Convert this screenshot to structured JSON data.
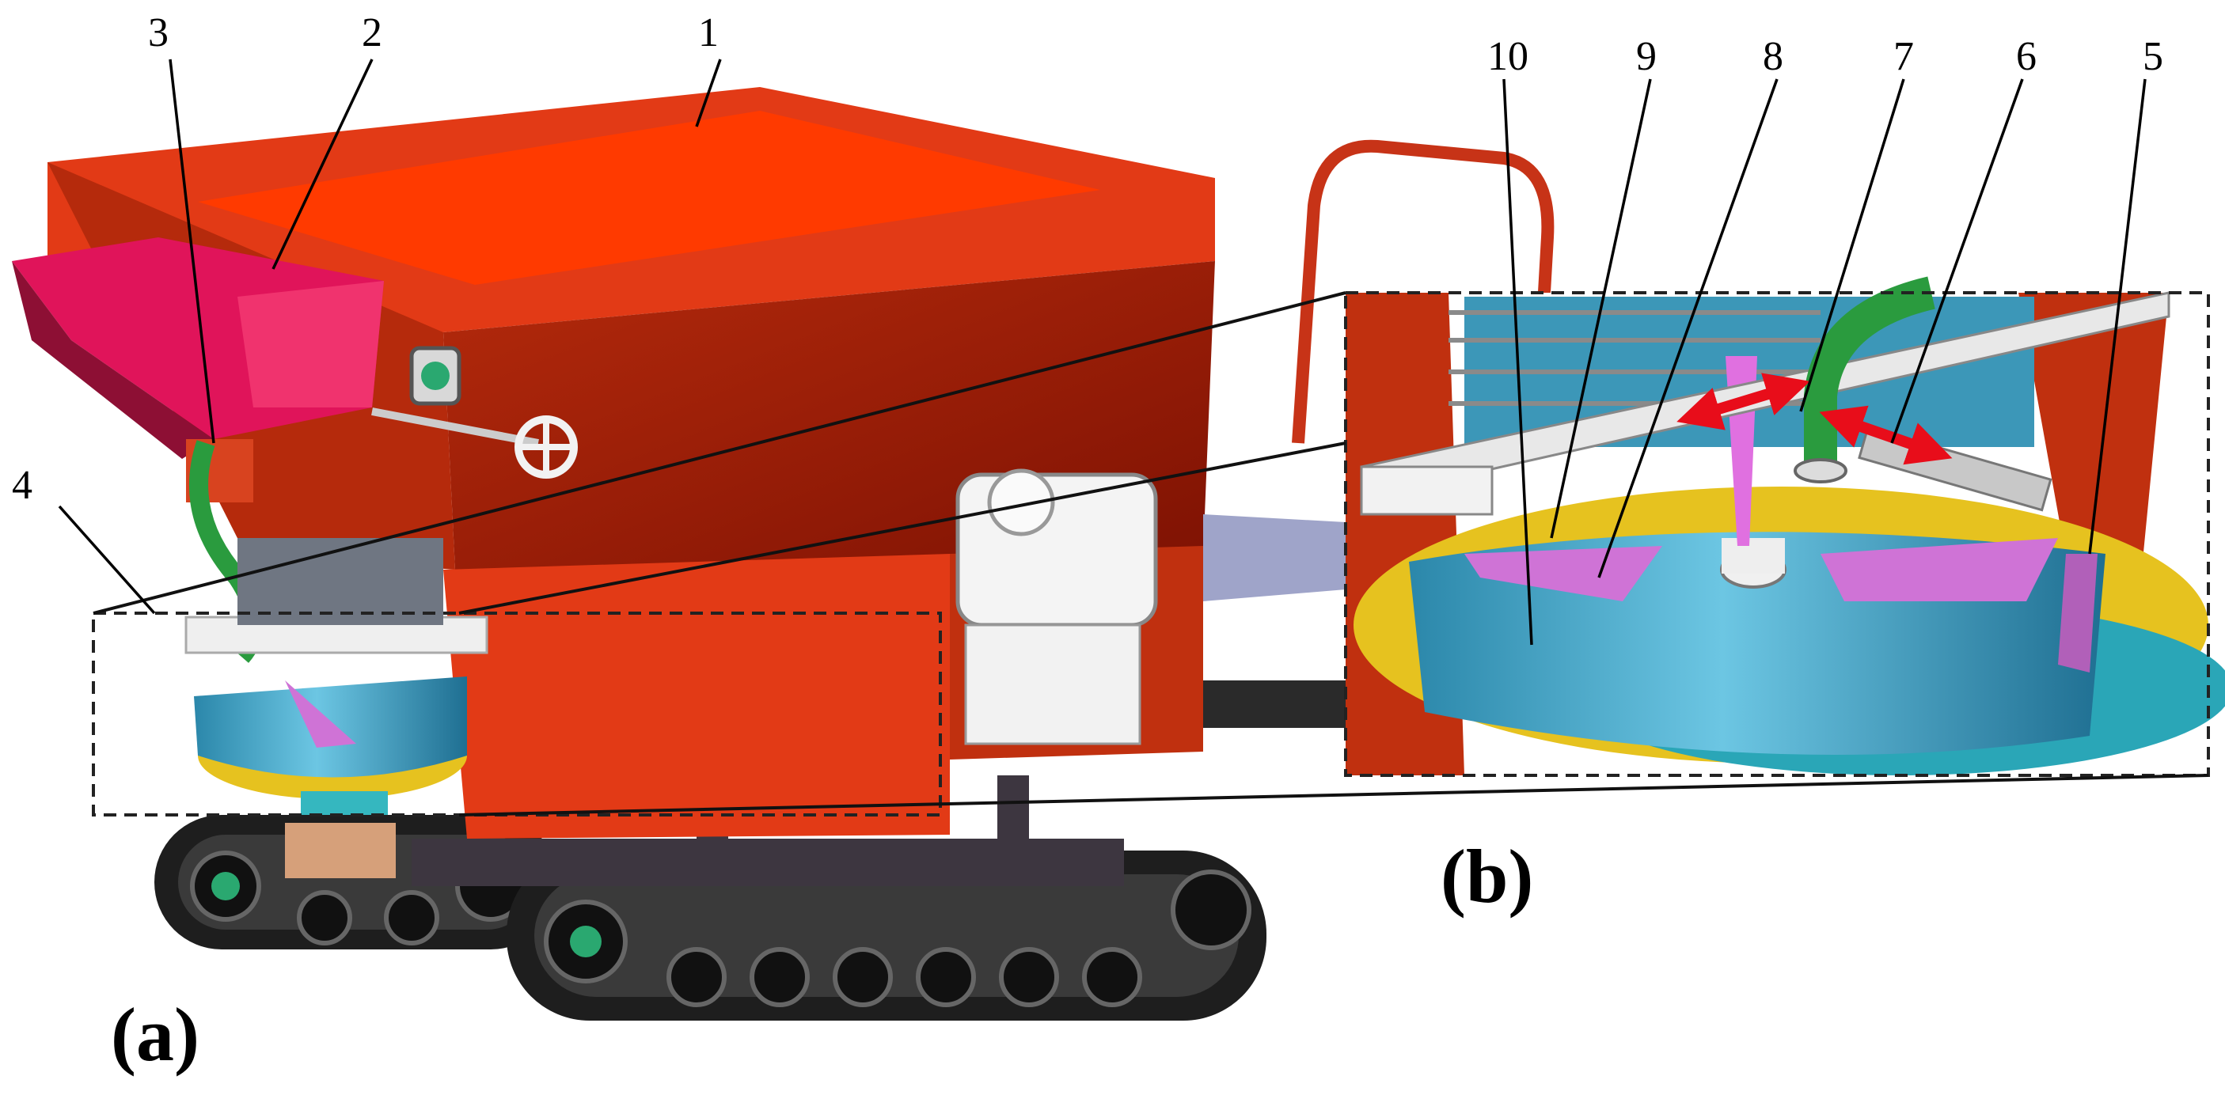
{
  "figure": {
    "panel_labels": {
      "a": "(a)",
      "b": "(b)"
    },
    "callouts": [
      "1",
      "2",
      "3",
      "4",
      "5",
      "6",
      "7",
      "8",
      "9",
      "10"
    ]
  },
  "colors": {
    "hopper": "#e23a16",
    "hopper_dark": "#9a1a06",
    "hopper_inner": "#ff3a00",
    "feed_chute": "#e0145a",
    "drum": "#38a9cf",
    "disc": "#e6c21f",
    "blade": "#cf73d6",
    "pipe": "#2aa44a",
    "track": "#2a2a2a",
    "frame": "#c8c8c8",
    "arrow": "#e80d1a"
  },
  "icons": [
    "gear-icon",
    "handwheel-icon",
    "engine-icon",
    "double-arrow-icon"
  ]
}
